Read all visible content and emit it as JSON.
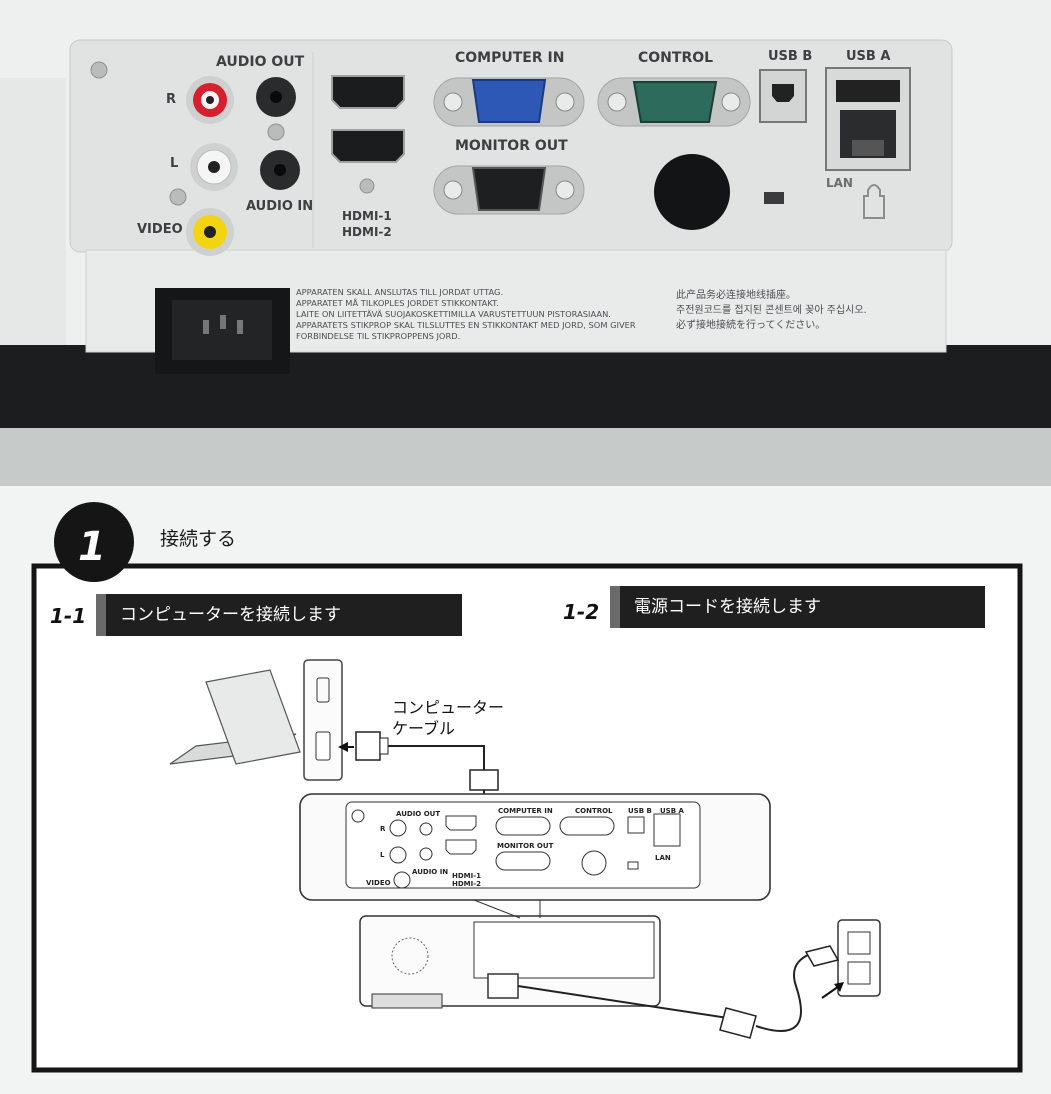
{
  "photo": {
    "ports": {
      "audio_out": "AUDIO OUT",
      "r": "R",
      "l": "L",
      "video": "VIDEO",
      "audio_in": "AUDIO IN",
      "hdmi1": "HDMI-1",
      "hdmi2": "HDMI-2",
      "computer_in": "COMPUTER IN",
      "monitor_out": "MONITOR OUT",
      "control": "CONTROL",
      "usb_b": "USB B",
      "usb_a": "USB A",
      "lan": "LAN"
    },
    "warning_nordic": [
      "APPARATEN SKALL ANSLUTAS TILL JORDAT UTTAG.",
      "APPARATET MÅ TILKOPLES JORDET STIKKONTAKT.",
      "LAITE ON LIITETTÄVÄ SUOJAKOSKETTIMILLA VARUSTETTUUN PISTORASIAAN.",
      "APPARATETS STIKPROP SKAL TILSLUTTES EN STIKKONTAKT MED JORD, SOM GIVER",
      "FORBINDELSE TIL STIKPROPPENS JORD."
    ],
    "warning_asian": [
      "此产品务必连接地线插座。",
      "주전원코드를 접지된 콘센트에 꽂아 주십시오.",
      "必ず接地接続を行ってください。"
    ]
  },
  "manual": {
    "step_number": "1",
    "step_title": "接続する",
    "sub1_number": "1-1",
    "sub1_title": "コンピューターを接続します",
    "sub2_number": "1-2",
    "sub2_title": "電源コードを接続します",
    "cable_label_line1": "コンピューター",
    "cable_label_line2": "ケーブル",
    "panel": {
      "audio_out": "AUDIO OUT",
      "r": "R",
      "l": "L",
      "video": "VIDEO",
      "audio_in": "AUDIO IN",
      "hdmi1": "HDMI-1",
      "hdmi2": "HDMI-2",
      "computer_in": "COMPUTER IN",
      "monitor_out": "MONITOR OUT",
      "control": "CONTROL",
      "usb_b": "USB B",
      "usb_a": "USB A",
      "lan": "LAN"
    }
  }
}
